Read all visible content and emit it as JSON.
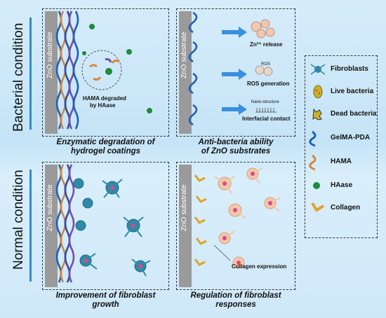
{
  "conditions": {
    "bacterial": "Bacterial condition",
    "normal": "Normal condition"
  },
  "substrate_label": "ZnO substrate",
  "panels": {
    "top_left": {
      "caption": "Enzymatic degradation of hydrogel coatings",
      "inset_label_line1": "HAMA degraded",
      "inset_label_line2": "by HAase"
    },
    "top_right": {
      "caption_line1": "Anti-bacteria ability",
      "caption_line2": "of ZnO substrates",
      "zn_release": "Zn²⁺ release",
      "ros": "ROS",
      "ros_generation": "ROS generation",
      "nano_structure": "Nano-structure",
      "interfacial_contact": "Interfacial contact"
    },
    "bottom_left": {
      "caption_line1": "Improvement of fibroblast",
      "caption_line2": "growth"
    },
    "bottom_right": {
      "caption_line1": "Regulation of fibroblast",
      "caption_line2": "responses",
      "collagen_expression": "Collagen expression"
    }
  },
  "legend": [
    {
      "icon": "fibroblast-icon",
      "label": "Fibroblasts"
    },
    {
      "icon": "live-bacteria-icon",
      "label": "Live bacteria"
    },
    {
      "icon": "dead-bacteria-icon",
      "label": "Dead bacteria"
    },
    {
      "icon": "gelma-pda-icon",
      "label": "GelMA-PDA"
    },
    {
      "icon": "hama-icon",
      "label": "HAMA"
    },
    {
      "icon": "haase-icon",
      "label": "HAase"
    },
    {
      "icon": "collagen-icon",
      "label": "Collagen"
    }
  ],
  "colors": {
    "gelma_pda": "#1f5fb8",
    "hama": "#d9863a",
    "haase": "#1f8a3a",
    "fibroblast": "#2f8aa8",
    "fibroblast_pink": "#f2c8a8",
    "bacteria": "#c8b22a",
    "collagen": "#e2a22a",
    "arrow": "#3a8ee0",
    "substrate": "#9a9a9a"
  }
}
